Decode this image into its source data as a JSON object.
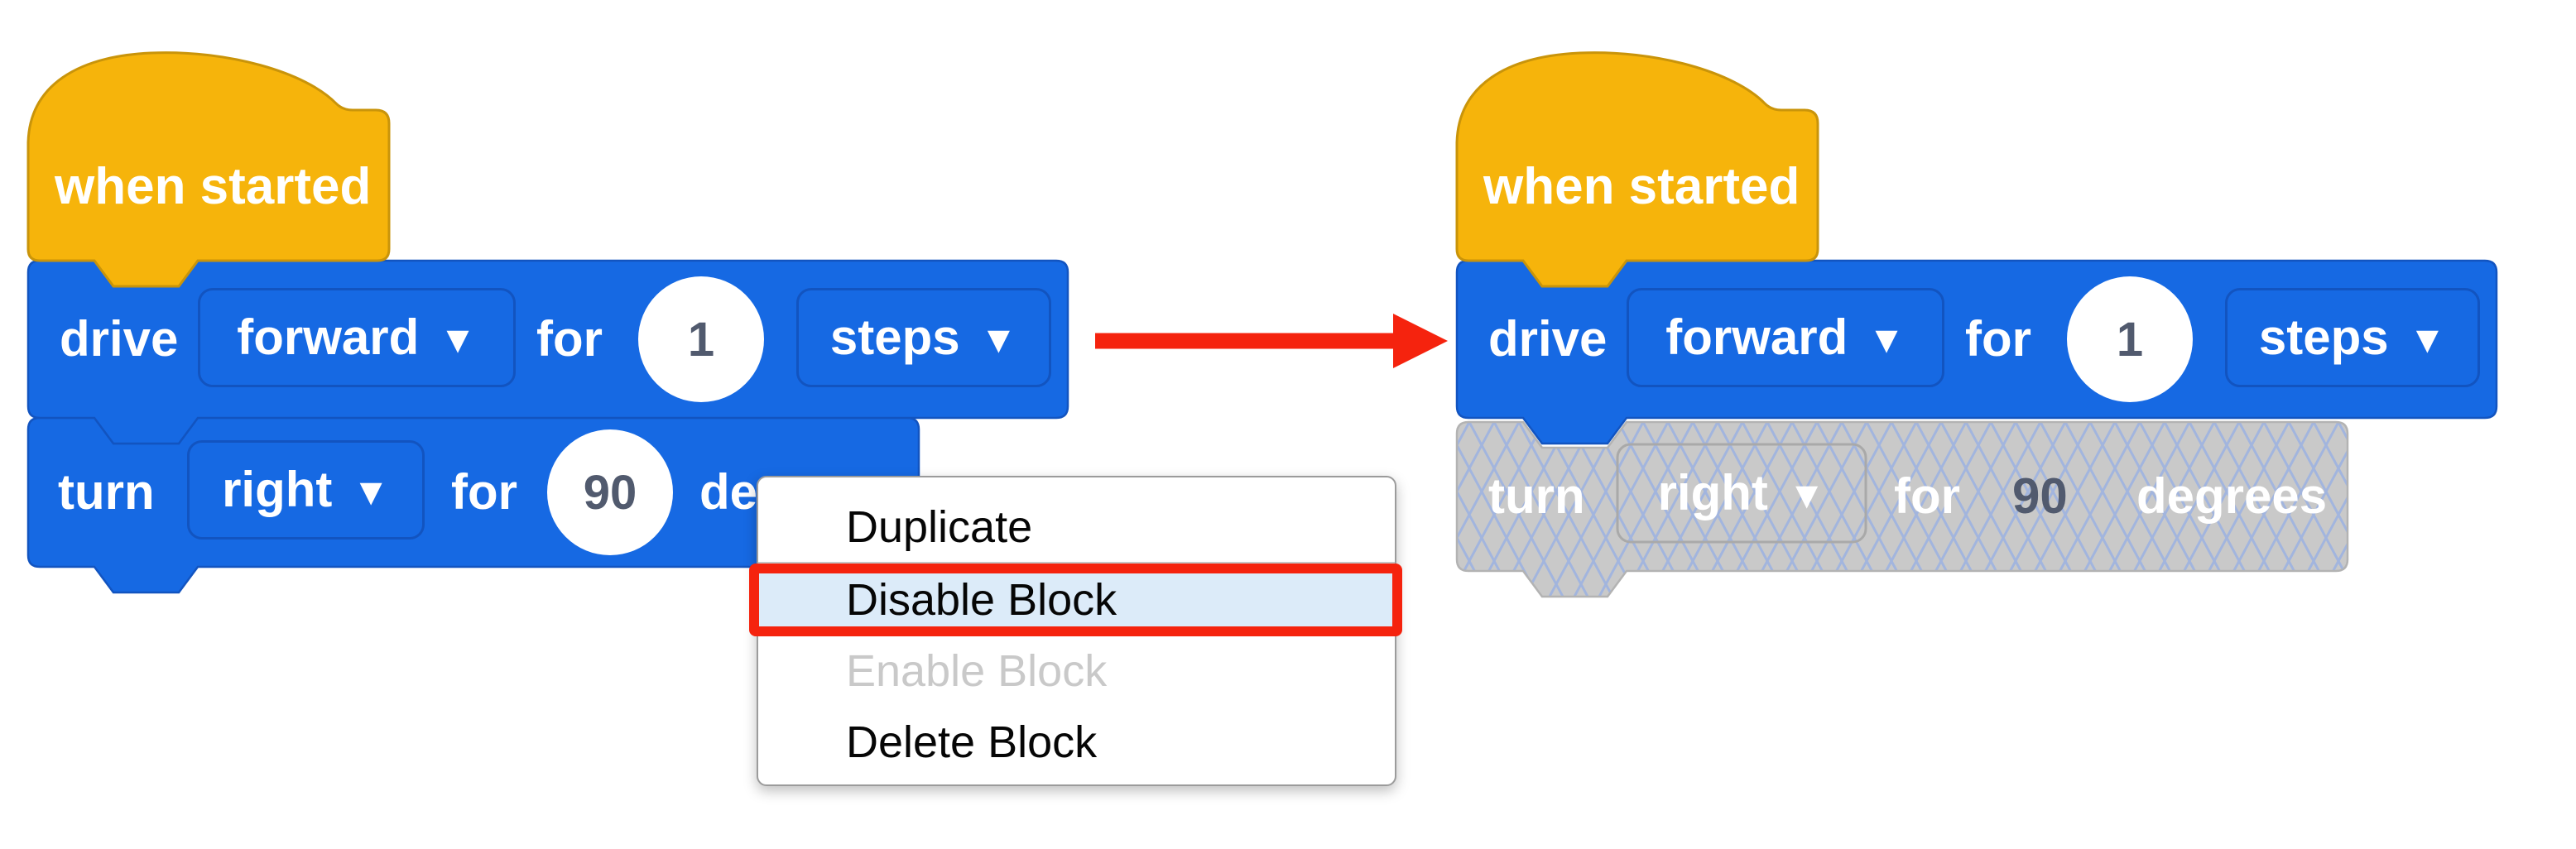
{
  "colors": {
    "block_blue": "#1669e3",
    "block_blue_border": "#1254c0",
    "hat_yellow": "#f6b40b",
    "hat_yellow_border": "#c9940a",
    "disabled_gray": "#c9c9c9",
    "disabled_border": "#b3b3b3",
    "hatch_blue": "#a2b5de",
    "value_text": "#515a6e",
    "menu_highlight": "#dcebf9",
    "menu_disabled_text": "#c9c9c9",
    "annotation_red": "#f5230e"
  },
  "icons": {
    "dropdown_arrow": "▼"
  },
  "left_stack": {
    "hat_label": "when started",
    "drive": {
      "verb": "drive",
      "direction": "forward",
      "for_word": "for",
      "distance": "1",
      "unit": "steps"
    },
    "turn": {
      "verb": "turn",
      "direction": "right",
      "for_word": "for",
      "angle": "90",
      "unit": "degrees"
    }
  },
  "right_stack": {
    "hat_label": "when started",
    "drive": {
      "verb": "drive",
      "direction": "forward",
      "for_word": "for",
      "distance": "1",
      "unit": "steps"
    },
    "turn": {
      "verb": "turn",
      "direction": "right",
      "for_word": "for",
      "angle": "90",
      "unit": "degrees",
      "state": "disabled"
    }
  },
  "context_menu": {
    "items": [
      {
        "label": "Duplicate",
        "state": "normal"
      },
      {
        "label": "Disable Block",
        "state": "highlighted"
      },
      {
        "label": "Enable Block",
        "state": "disabled"
      },
      {
        "label": "Delete Block",
        "state": "normal"
      }
    ]
  }
}
